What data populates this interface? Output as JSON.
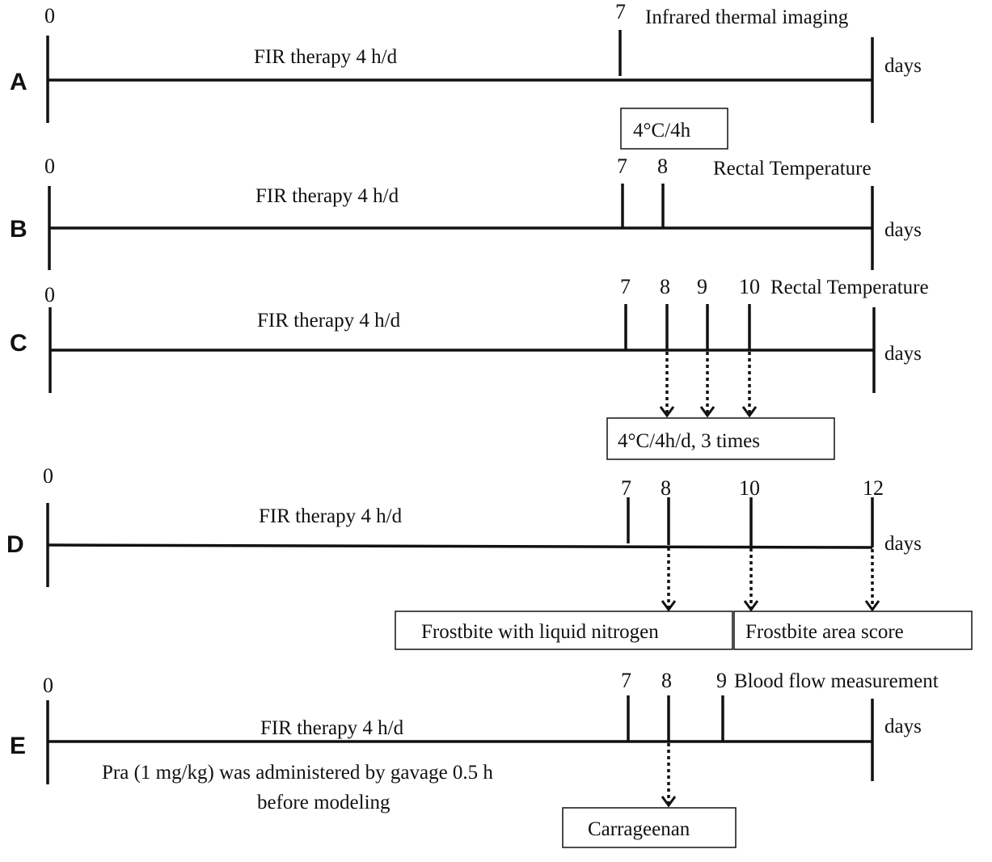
{
  "panels": [
    {
      "id": "A",
      "letter": "A",
      "start_label": "0",
      "therapy": "FIR therapy 4 h/d",
      "unit": "days",
      "ticks": [
        "7"
      ],
      "event": "Infrared thermal imaging",
      "box": "4°C/4h"
    },
    {
      "id": "B",
      "letter": "B",
      "start_label": "0",
      "therapy": "FIR therapy 4 h/d",
      "unit": "days",
      "ticks": [
        "7",
        "8"
      ],
      "event": "Rectal Temperature"
    },
    {
      "id": "C",
      "letter": "C",
      "start_label": "0",
      "therapy": "FIR therapy 4 h/d",
      "unit": "days",
      "ticks": [
        "7",
        "8",
        "9",
        "10"
      ],
      "event": "Rectal Temperature",
      "box": "4°C/4h/d, 3 times"
    },
    {
      "id": "D",
      "letter": "D",
      "start_label": "0",
      "therapy": "FIR therapy 4 h/d",
      "unit": "days",
      "ticks": [
        "7",
        "8",
        "10",
        "12"
      ],
      "boxes": [
        "Frostbite with liquid nitrogen",
        "Frostbite area score"
      ]
    },
    {
      "id": "E",
      "letter": "E",
      "start_label": "0",
      "therapy": "FIR therapy 4 h/d",
      "unit": "days",
      "ticks": [
        "7",
        "8",
        "9"
      ],
      "event": "Blood flow measurement",
      "note_line1": "Pra (1 mg/kg) was administered by gavage 0.5 h",
      "note_line2": "before modeling",
      "box": "Carrageenan"
    }
  ]
}
